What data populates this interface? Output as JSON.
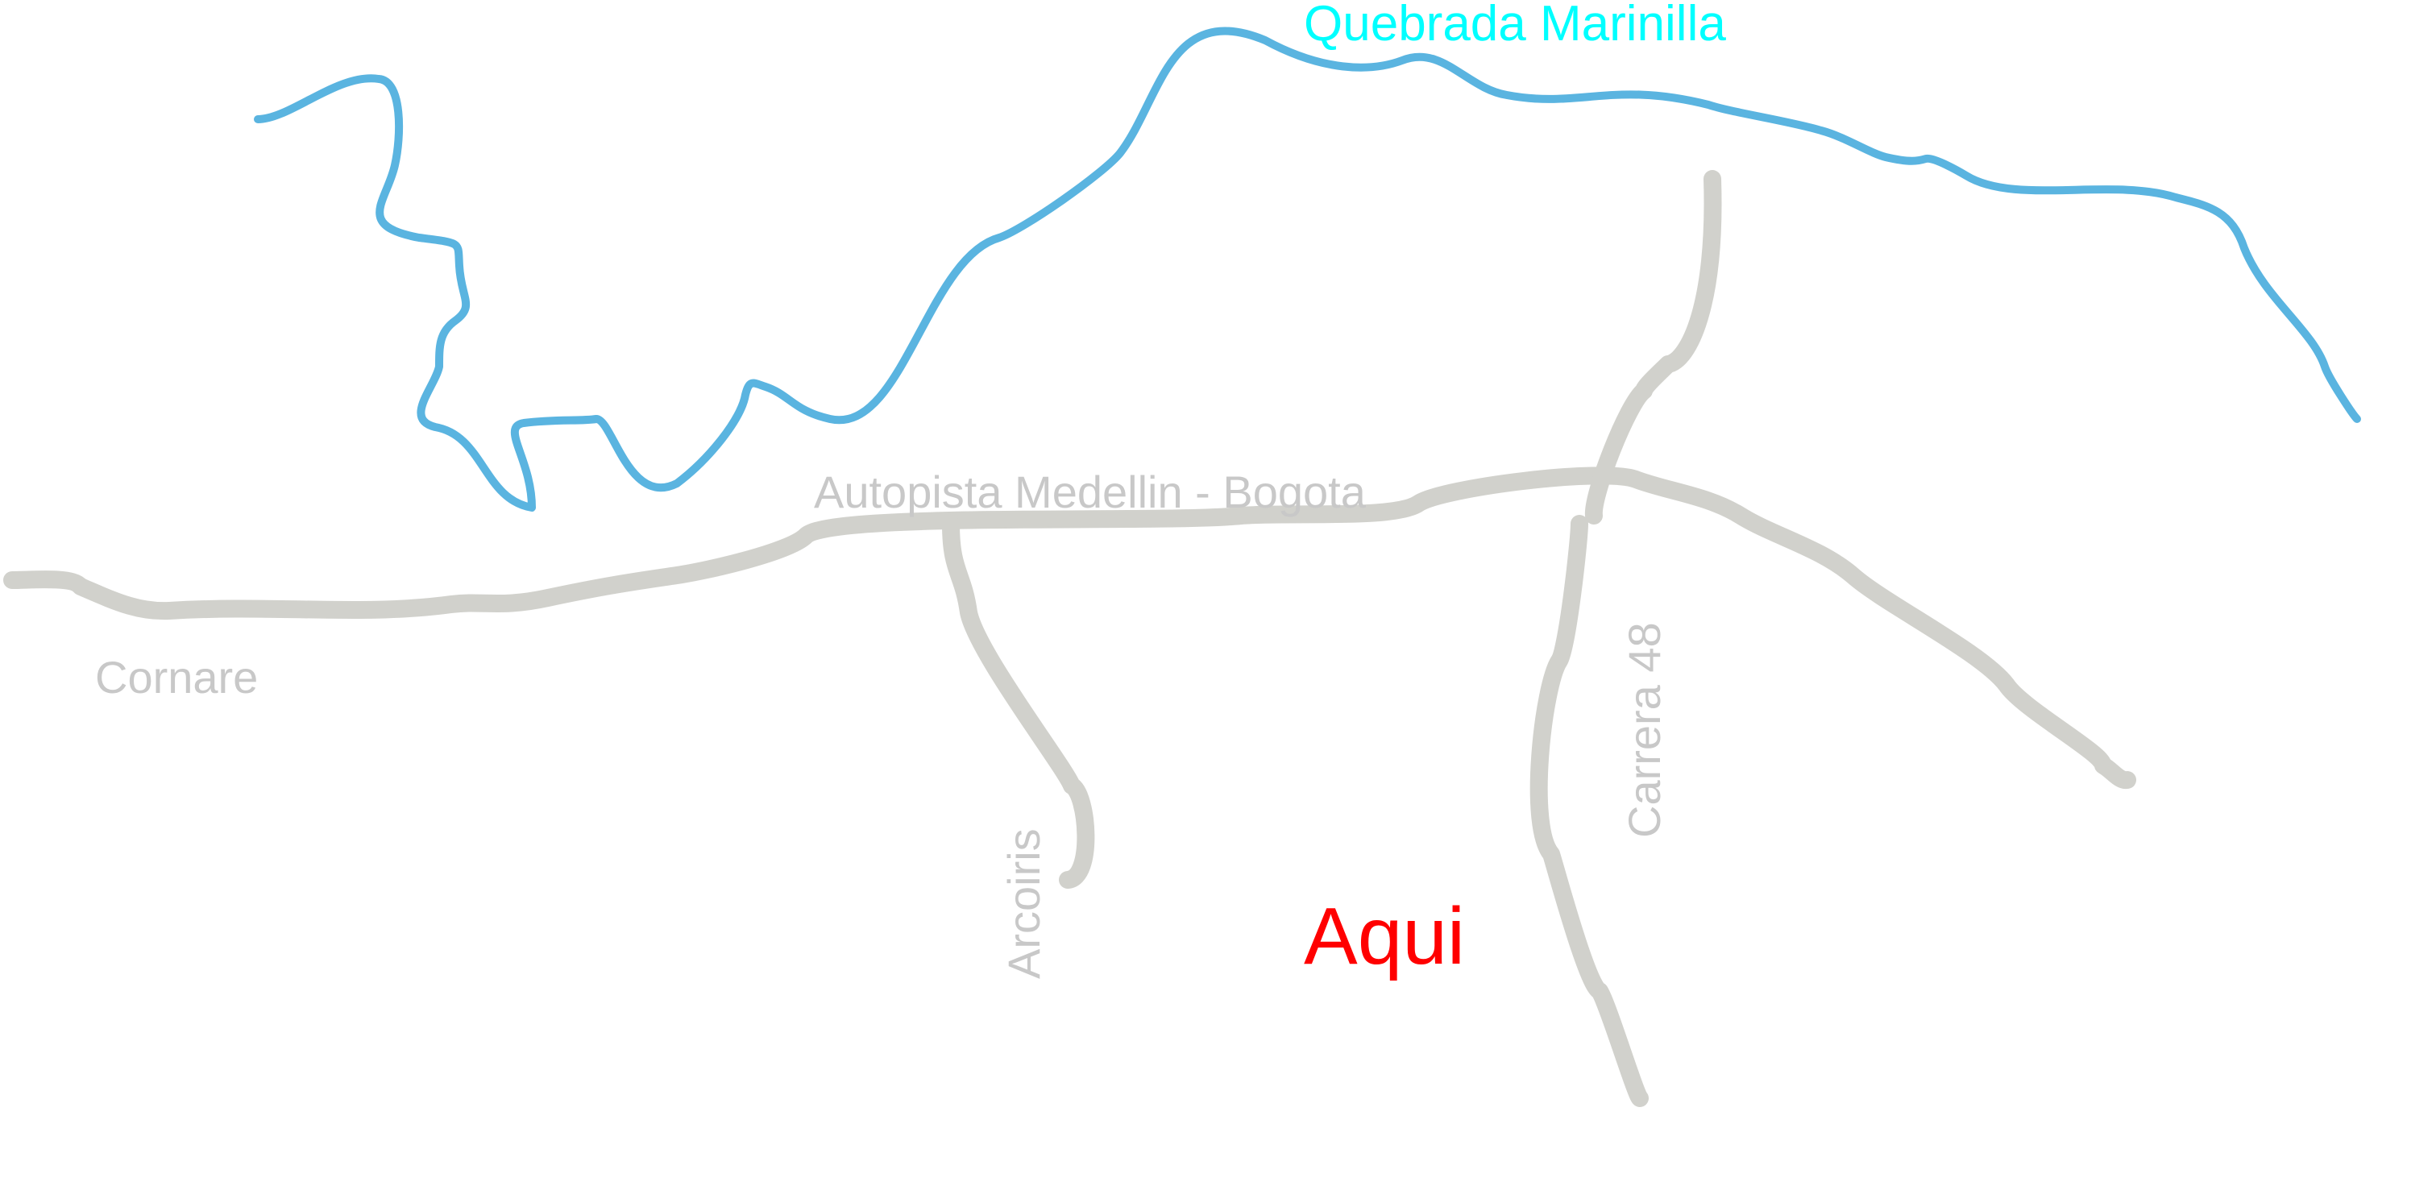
{
  "map": {
    "colors": {
      "road": "#D1D1CC",
      "river": "#5AB4E0",
      "river_label": "#00FFFF",
      "road_label": "#C8C8C8",
      "marker_label": "#FF0000"
    },
    "labels": {
      "river": "Quebrada Marinilla",
      "highway": "Autopista Medellin - Bogota",
      "cornare": "Cornare",
      "arcoiris": "Arcoiris",
      "carrera48": "Carrera 48",
      "here": "Aqui"
    }
  }
}
